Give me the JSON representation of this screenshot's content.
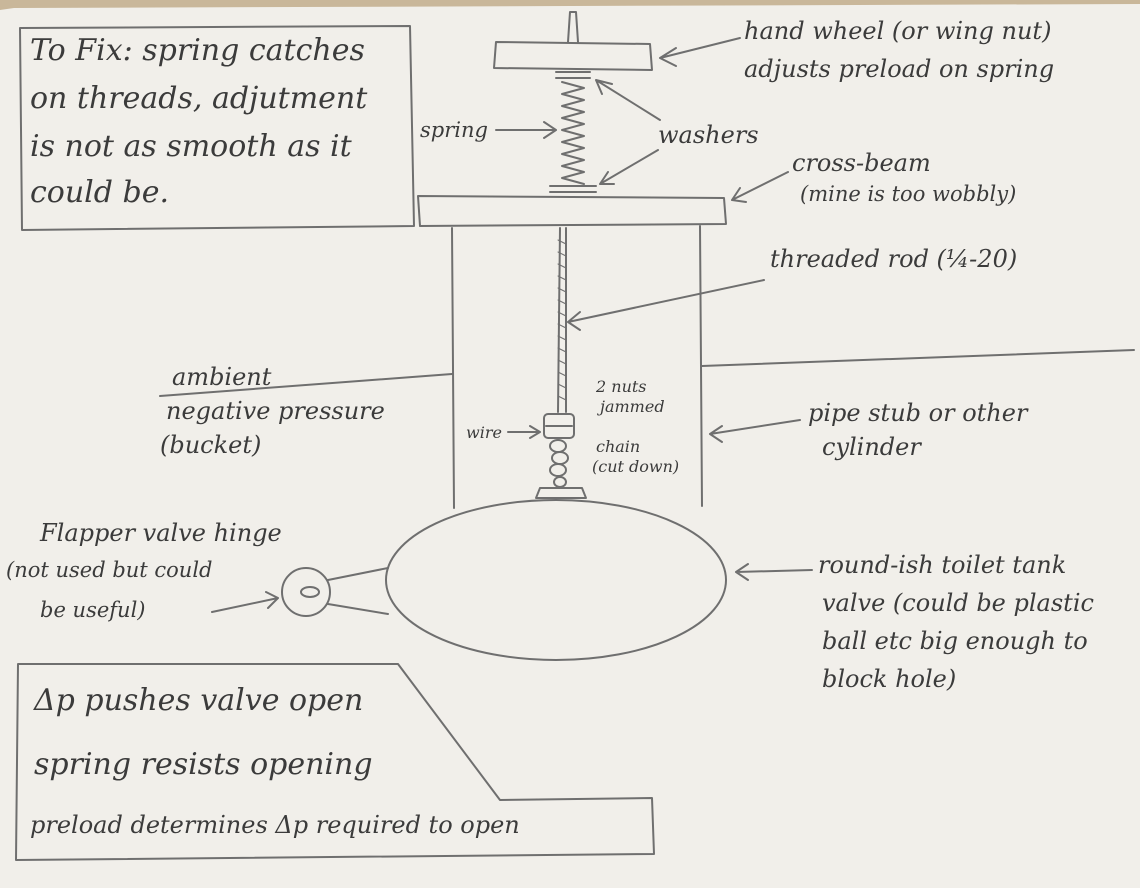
{
  "colors": {
    "paper": "#f1efea",
    "pencil": "#6a6a6a",
    "background": "#c9b79a"
  },
  "notes": {
    "fix_line1": "To Fix: spring catches",
    "fix_line2": "on threads, adjutment",
    "fix_line3": "is not as smooth as it",
    "fix_line4": "could be.",
    "principle_line1": "Δp pushes valve open",
    "principle_line2": "spring resists opening",
    "principle_line3": "preload determines Δp required to open"
  },
  "labels": {
    "handwheel_1": "hand wheel (or wing nut)",
    "handwheel_2": "adjusts preload on spring",
    "washers": "washers",
    "spring": "spring",
    "crossbeam_1": "cross-beam",
    "crossbeam_2": "(mine is too wobbly)",
    "threaded_rod": "threaded rod (¼-20)",
    "ambient_1": "ambient",
    "ambient_2": "negative pressure",
    "ambient_3": "(bucket)",
    "nuts_1": "2 nuts",
    "nuts_2": "jammed",
    "wire": "wire",
    "chain_1": "chain",
    "chain_2": "(cut down)",
    "pipe_1": "pipe stub or other",
    "pipe_2": "cylinder",
    "hinge_1": "Flapper valve hinge",
    "hinge_2": "(not used but could",
    "hinge_3": "be useful)",
    "valve_1": "round-ish toilet tank",
    "valve_2": "valve (could be plastic",
    "valve_3": "ball etc big enough to",
    "valve_4": "block hole)"
  }
}
